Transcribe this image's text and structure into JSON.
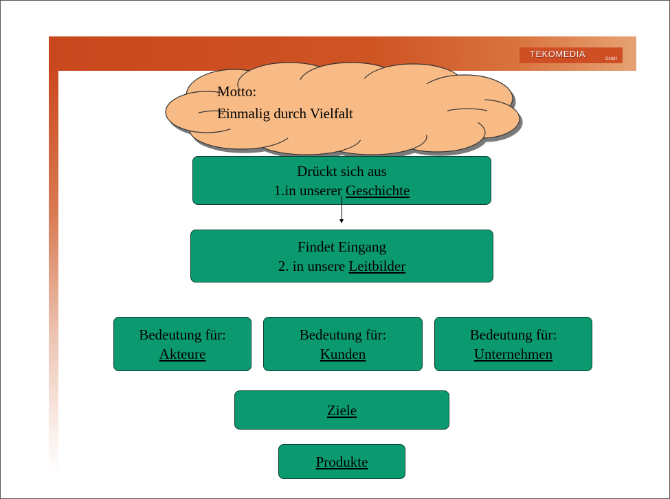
{
  "logo": {
    "text": "TEKOMEDIA",
    "sub": "GmbH"
  },
  "motto": {
    "line1": "Motto:",
    "line2": "Einmalig durch Vielfalt"
  },
  "box1": {
    "line1": "Drückt sich aus",
    "prefix": "1.in unserer ",
    "link": "Geschichte"
  },
  "box2": {
    "line1": "Findet Eingang",
    "prefix": "2. in unsere ",
    "link": "Leitbilder"
  },
  "meaning": [
    {
      "label": "Bedeutung für:",
      "link": "Akteure"
    },
    {
      "label": "Bedeutung für:",
      "link": "Kunden"
    },
    {
      "label": "Bedeutung für:",
      "link": "Unternehmen"
    }
  ],
  "goals": {
    "link": "Ziele"
  },
  "products": {
    "link": "Produkte"
  },
  "colors": {
    "box_fill": "#0b9970",
    "cloud_fill": "#f8bb85",
    "header_band": "#cf5424"
  }
}
